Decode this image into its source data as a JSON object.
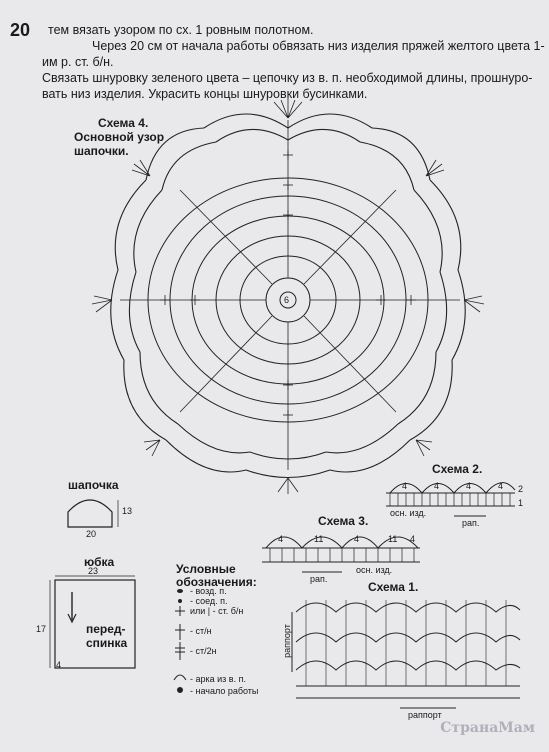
{
  "page_number": "20",
  "paragraphs": [
    "тем вязать узором по сх. 1 ровным полотном.",
    "Через 20 см от начала работы обвязать низ изделия пряжей желтого цвета 1-",
    "им р. ст. б/н.",
    "Связать шнуровку зеленого цвета – цепочку из в. п. необходимой длины, прошнуро-",
    "вать низ изделия. Украсить концы шнуровки бусинками."
  ],
  "scheme4": {
    "title_line1": "Схема 4.",
    "title_line2": "Основной узор",
    "title_line3": "шапочки.",
    "center_label": "6"
  },
  "scheme2": {
    "title": "Схема 2.",
    "label_bottom": "осн. изд.",
    "label_rep": "рап.",
    "row_top": "2",
    "row_bottom": "1",
    "nums": [
      "4",
      "4",
      "4",
      "4"
    ]
  },
  "scheme3": {
    "title": "Схема 3.",
    "label_rep": "рап.",
    "label_bottom": "осн. изд.",
    "nums": [
      "4",
      "11",
      "4",
      "11",
      "4"
    ]
  },
  "scheme1": {
    "title": "Схема 1.",
    "label_side": "раппорт",
    "label_bottom": "раппорт"
  },
  "hat": {
    "title": "шапочка",
    "dim_side": "13",
    "dim_bottom": "20"
  },
  "skirt": {
    "title": "юбка",
    "dim_top": "23",
    "dim_side": "17",
    "dim_corner": "4",
    "part_line1": "перед-",
    "part_line2": "спинка"
  },
  "legend": {
    "title_line1": "Условные",
    "title_line2": "обозначения:",
    "items": [
      "- возд. п.",
      "- соед. п.",
      "или | - ст. б/н",
      "- ст/н",
      "- ст/2н",
      "- арка из в. п.",
      "- начало работы"
    ]
  },
  "watermark": "СтранаМам"
}
